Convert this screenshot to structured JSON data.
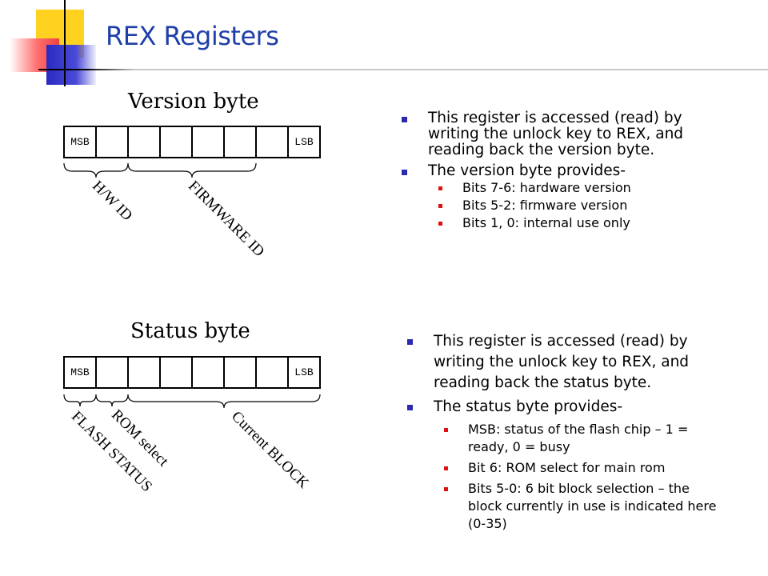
{
  "slide": {
    "title": "REX Registers"
  },
  "version_diagram": {
    "title": "Version byte",
    "cells": [
      "MSB",
      "",
      "",
      "",
      "",
      "",
      "",
      "LSB"
    ],
    "fields": [
      "H/W ID",
      "FIRMWARE ID"
    ]
  },
  "version_text": {
    "bullet1": "This register is accessed (read) by writing the unlock key to REX, and reading back the version byte.",
    "bullet2": "The version byte provides-",
    "sub": [
      "Bits 7-6: hardware version",
      "Bits 5-2: firmware version",
      "Bits 1, 0: internal use only"
    ]
  },
  "status_diagram": {
    "title": "Status byte",
    "cells": [
      "MSB",
      "",
      "",
      "",
      "",
      "",
      "",
      "LSB"
    ],
    "fields": [
      "FLASH STATUS",
      "ROM select",
      "Current BLOCK"
    ]
  },
  "status_text": {
    "bullet1": "This register is accessed (read) by writing the unlock key to REX, and reading back the status byte.",
    "bullet2": "The status byte provides-",
    "sub": [
      "MSB: status of the flash chip – 1 = ready, 0 = busy",
      "Bit 6: ROM select for main rom",
      "Bits 5-0: 6 bit block selection – the block currently in use is indicated here (0-35)"
    ]
  },
  "colors": {
    "title": "#1f3fa8",
    "level1_bullet": "#2a2ab0",
    "level2_bullet": "#e01010",
    "logo_yellow": "#ffd21f",
    "logo_red": "#f04040",
    "logo_blue": "#2a2ac0"
  }
}
